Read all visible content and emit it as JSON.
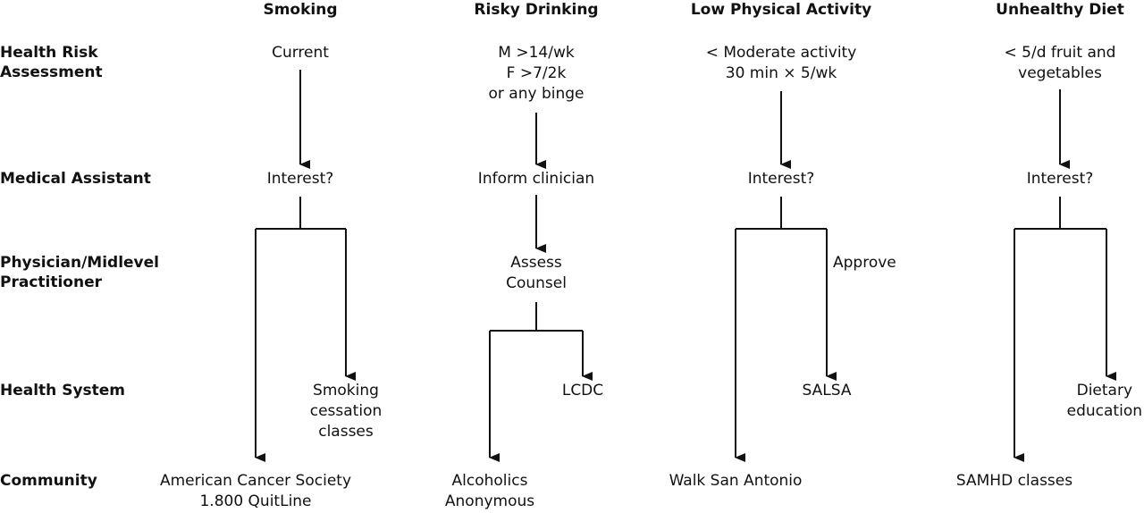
{
  "columns": {
    "smoking": "Smoking",
    "drinking": "Risky Drinking",
    "activity": "Low Physical Activity",
    "diet": "Unhealthy Diet"
  },
  "rows": {
    "hra": [
      "Health Risk",
      "Assessment"
    ],
    "ma": "Medical Assistant",
    "physician": [
      "Physician/Midlevel",
      "Practitioner"
    ],
    "health_system": "Health System",
    "community": "Community"
  },
  "smoking": {
    "hra": "Current",
    "ma": "Interest?",
    "health_system": [
      "Smoking",
      "cessation",
      "classes"
    ],
    "community": [
      "American Cancer Society",
      "1.800 QuitLine"
    ]
  },
  "drinking": {
    "hra": [
      "M  >14/wk",
      "F  >7/2k",
      "or any binge"
    ],
    "ma": "Inform clinician",
    "physician": [
      "Assess",
      "Counsel"
    ],
    "health_system": "LCDC",
    "community": [
      "Alcoholics",
      "Anonymous"
    ]
  },
  "activity": {
    "hra": [
      "< Moderate activity",
      "30 min × 5/wk"
    ],
    "ma": "Interest?",
    "physician": "Approve",
    "health_system": "SALSA",
    "community": "Walk San Antonio"
  },
  "diet": {
    "hra": [
      "< 5/d fruit and",
      "vegetables"
    ],
    "ma": "Interest?",
    "health_system": [
      "Dietary",
      "education"
    ],
    "community": "SAMHD classes"
  }
}
